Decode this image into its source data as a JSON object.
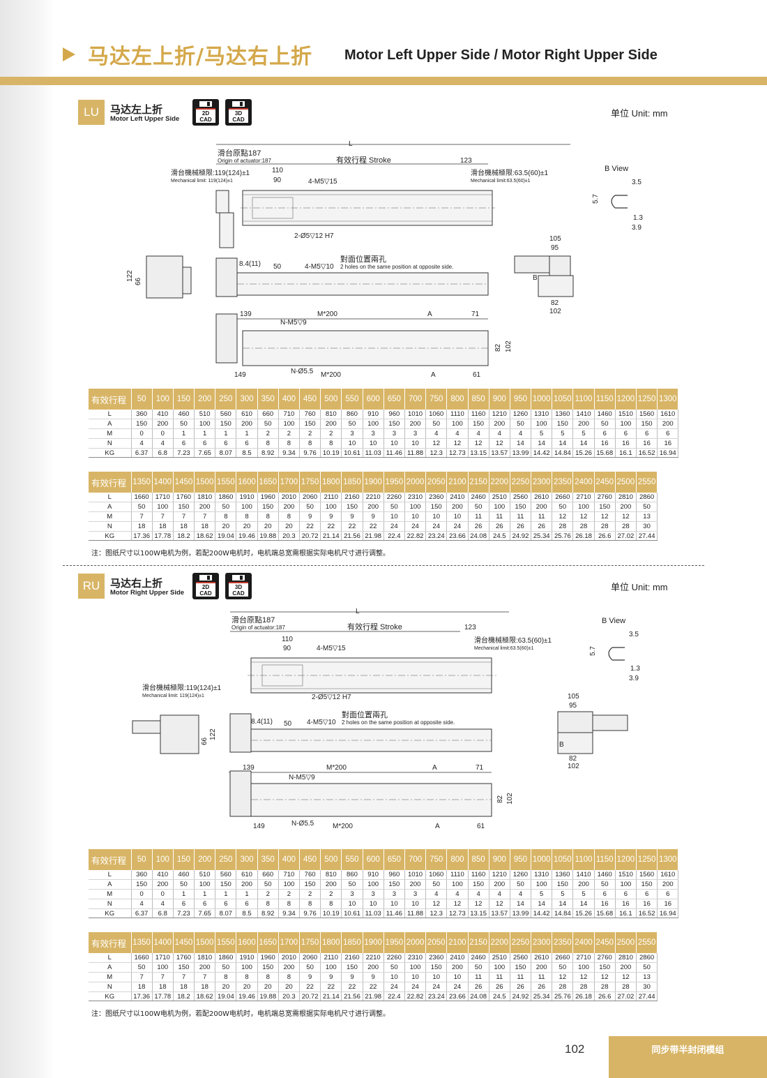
{
  "header": {
    "title_cn": "马达左上折/马达右上折",
    "title_en": "Motor Left Upper Side / Motor Right Upper Side"
  },
  "unit_label": "单位 Unit: mm",
  "cad": {
    "label_2d": "2D CAD",
    "label_3d": "3D CAD"
  },
  "sections": [
    {
      "code": "LU",
      "name_cn": "马达左上折",
      "name_en": "Motor Left Upper Side",
      "drawing": {
        "L": "L",
        "origin_cn": "滑台原點187",
        "origin_en": "Origin of actuator:187",
        "stroke": "有效行程 Stroke",
        "d123": "123",
        "mech_left_cn": "滑台機械極限:119(124)±1",
        "mech_left_en": "Mechanical limit: 119(124)±1",
        "mech_right_cn": "滑台機械極限:63.5(60)±1",
        "mech_right_en": "Mechanical limit:63.5(60)±1",
        "d110": "110",
        "d90": "90",
        "m5_15": "4-M5▽15",
        "pin": "2-Ø5▽12 H7",
        "opposite_cn": "對面位置兩孔",
        "opposite_en": "2 holes on the same position at opposite side.",
        "m5_10": "4-M5▽10",
        "d84": "8.4(11)",
        "d50": "50",
        "d122": "122",
        "d66": "66",
        "bview": "B View",
        "d35": "3.5",
        "d57": "5.7",
        "d13": "1.3",
        "d39": "3.9",
        "d105": "105",
        "d95": "95",
        "d82": "82",
        "d102": "102",
        "B": "B",
        "d139": "139",
        "m200": "M*200",
        "A": "A",
        "d71": "71",
        "nm5": "N-M5▽9",
        "n55": "N-Ø5.5",
        "d149": "149",
        "d61": "61"
      }
    },
    {
      "code": "RU",
      "name_cn": "马达右上折",
      "name_en": "Motor Right Upper Side"
    }
  ],
  "table": {
    "row_header": "有效行程",
    "row_labels": [
      "L",
      "A",
      "M",
      "N",
      "KG"
    ],
    "part1": {
      "strokes": [
        "50",
        "100",
        "150",
        "200",
        "250",
        "300",
        "350",
        "400",
        "450",
        "500",
        "550",
        "600",
        "650",
        "700",
        "750",
        "800",
        "850",
        "900",
        "950",
        "1000",
        "1050",
        "1100",
        "1150",
        "1200",
        "1250",
        "1300"
      ],
      "L": [
        "360",
        "410",
        "460",
        "510",
        "560",
        "610",
        "660",
        "710",
        "760",
        "810",
        "860",
        "910",
        "960",
        "1010",
        "1060",
        "1110",
        "1160",
        "1210",
        "1260",
        "1310",
        "1360",
        "1410",
        "1460",
        "1510",
        "1560",
        "1610"
      ],
      "A": [
        "150",
        "200",
        "50",
        "100",
        "150",
        "200",
        "50",
        "100",
        "150",
        "200",
        "50",
        "100",
        "150",
        "200",
        "50",
        "100",
        "150",
        "200",
        "50",
        "100",
        "150",
        "200",
        "50",
        "100",
        "150",
        "200"
      ],
      "M": [
        "0",
        "0",
        "1",
        "1",
        "1",
        "1",
        "2",
        "2",
        "2",
        "2",
        "3",
        "3",
        "3",
        "3",
        "4",
        "4",
        "4",
        "4",
        "4",
        "5",
        "5",
        "5",
        "6",
        "6",
        "6",
        "6"
      ],
      "N": [
        "4",
        "4",
        "6",
        "6",
        "6",
        "6",
        "8",
        "8",
        "8",
        "8",
        "10",
        "10",
        "10",
        "10",
        "12",
        "12",
        "12",
        "12",
        "14",
        "14",
        "14",
        "14",
        "16",
        "16",
        "16",
        "16"
      ],
      "KG": [
        "6.37",
        "6.8",
        "7.23",
        "7.65",
        "8.07",
        "8.5",
        "8.92",
        "9.34",
        "9.76",
        "10.19",
        "10.61",
        "11.03",
        "11.46",
        "11.88",
        "12.3",
        "12.73",
        "13.15",
        "13.57",
        "13.99",
        "14.42",
        "14.84",
        "15.26",
        "15.68",
        "16.1",
        "16.52",
        "16.94"
      ]
    },
    "part2": {
      "strokes": [
        "1350",
        "1400",
        "1450",
        "1500",
        "1550",
        "1600",
        "1650",
        "1700",
        "1750",
        "1800",
        "1850",
        "1900",
        "1950",
        "2000",
        "2050",
        "2100",
        "2150",
        "2200",
        "2250",
        "2300",
        "2350",
        "2400",
        "2450",
        "2500",
        "2550"
      ],
      "L": [
        "1660",
        "1710",
        "1760",
        "1810",
        "1860",
        "1910",
        "1960",
        "2010",
        "2060",
        "2110",
        "2160",
        "2210",
        "2260",
        "2310",
        "2360",
        "2410",
        "2460",
        "2510",
        "2560",
        "2610",
        "2660",
        "2710",
        "2760",
        "2810",
        "2860"
      ],
      "A": [
        "50",
        "100",
        "150",
        "200",
        "50",
        "100",
        "150",
        "200",
        "50",
        "100",
        "150",
        "200",
        "50",
        "100",
        "150",
        "200",
        "50",
        "100",
        "150",
        "200",
        "50",
        "100",
        "150",
        "200",
        "50"
      ],
      "M": [
        "7",
        "7",
        "7",
        "7",
        "8",
        "8",
        "8",
        "8",
        "9",
        "9",
        "9",
        "9",
        "10",
        "10",
        "10",
        "10",
        "11",
        "11",
        "11",
        "11",
        "12",
        "12",
        "12",
        "12",
        "13"
      ],
      "N": [
        "18",
        "18",
        "18",
        "18",
        "20",
        "20",
        "20",
        "20",
        "22",
        "22",
        "22",
        "22",
        "24",
        "24",
        "24",
        "24",
        "26",
        "26",
        "26",
        "26",
        "28",
        "28",
        "28",
        "28",
        "30"
      ],
      "KG": [
        "17.36",
        "17.78",
        "18.2",
        "18.62",
        "19.04",
        "19.46",
        "19.88",
        "20.3",
        "20.72",
        "21.14",
        "21.56",
        "21.98",
        "22.4",
        "22.82",
        "23.24",
        "23.66",
        "24.08",
        "24.5",
        "24.92",
        "25.34",
        "25.76",
        "26.18",
        "26.6",
        "27.02",
        "27.44"
      ]
    }
  },
  "note": "注：图纸尺寸以100W电机为例，若配200W电机时，电机端总宽需根据实际电机尺寸进行调整。",
  "footer": {
    "page": "102",
    "series": "同步带半封闭模组"
  },
  "colors": {
    "accent": "#d8b566",
    "title": "#d4a84a"
  }
}
